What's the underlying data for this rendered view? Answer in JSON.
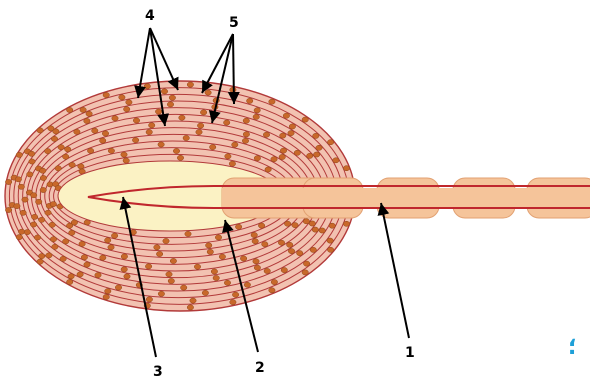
{
  "labels": {
    "l1": "1",
    "l2": "2",
    "l3": "3",
    "l4": "4",
    "l5": "5"
  },
  "edge_mark": "؛",
  "colors": {
    "lamella_fill": "#f2c2b1",
    "lamella_line": "#b23a3a",
    "dot": "#c8682a",
    "dot_stroke": "#8a4418",
    "core_fill": "#fbf2c4",
    "axon_fill": "#f5c49a",
    "axon_stroke": "#e2a172",
    "center_line": "#c0272d",
    "arrow": "#000000",
    "edge_mark": "#1ea0d8"
  }
}
